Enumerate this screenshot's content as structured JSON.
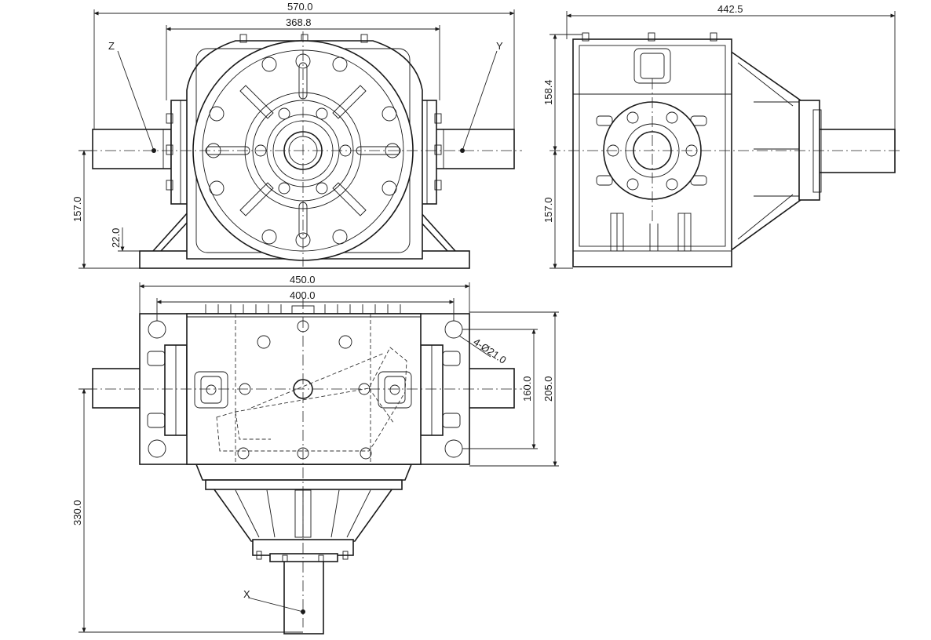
{
  "dimensions": {
    "front_overall_width": "570.0",
    "front_housing_width": "368.8",
    "front_shaft_height": "157.0",
    "front_base_thickness": "22.0",
    "side_overall_width": "442.5",
    "side_upper_height": "158.4",
    "side_shaft_height": "157.0",
    "top_overall_width": "450.0",
    "top_hole_spacing": "400.0",
    "top_hole_spec": "4-Ø21.0",
    "top_hole_pitch": "160.0",
    "top_base_depth": "205.0",
    "top_shaft_length": "330.0"
  },
  "axis_labels": {
    "z": "Z",
    "y": "Y",
    "x": "X"
  }
}
